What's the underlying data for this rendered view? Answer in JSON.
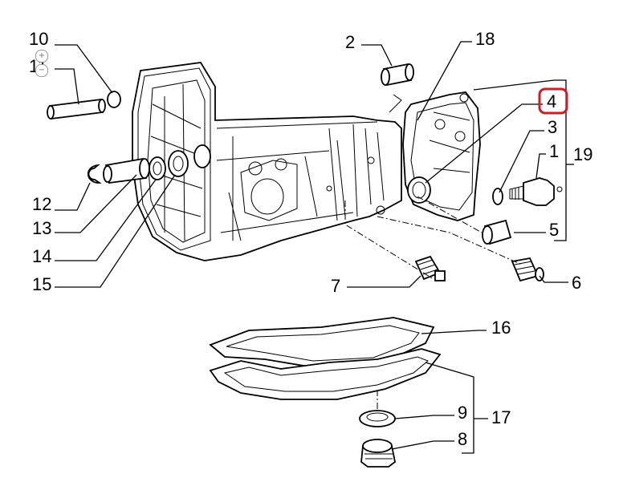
{
  "callouts": {
    "c1": "1",
    "c2": "2",
    "c3": "3",
    "c4": "4",
    "c5": "5",
    "c6": "6",
    "c7": "7",
    "c8": "8",
    "c9": "9",
    "c10": "10",
    "c11": "11",
    "c12": "12",
    "c13": "13",
    "c14": "14",
    "c15": "15",
    "c16": "16",
    "c17": "17",
    "c18": "18",
    "c19": "19"
  },
  "highlighted_part": "4",
  "highlight_color": "#d01c22",
  "zoom": {
    "zoom_in_icon": "zoom-in-icon",
    "zoom_out_icon": "zoom-out-icon"
  }
}
